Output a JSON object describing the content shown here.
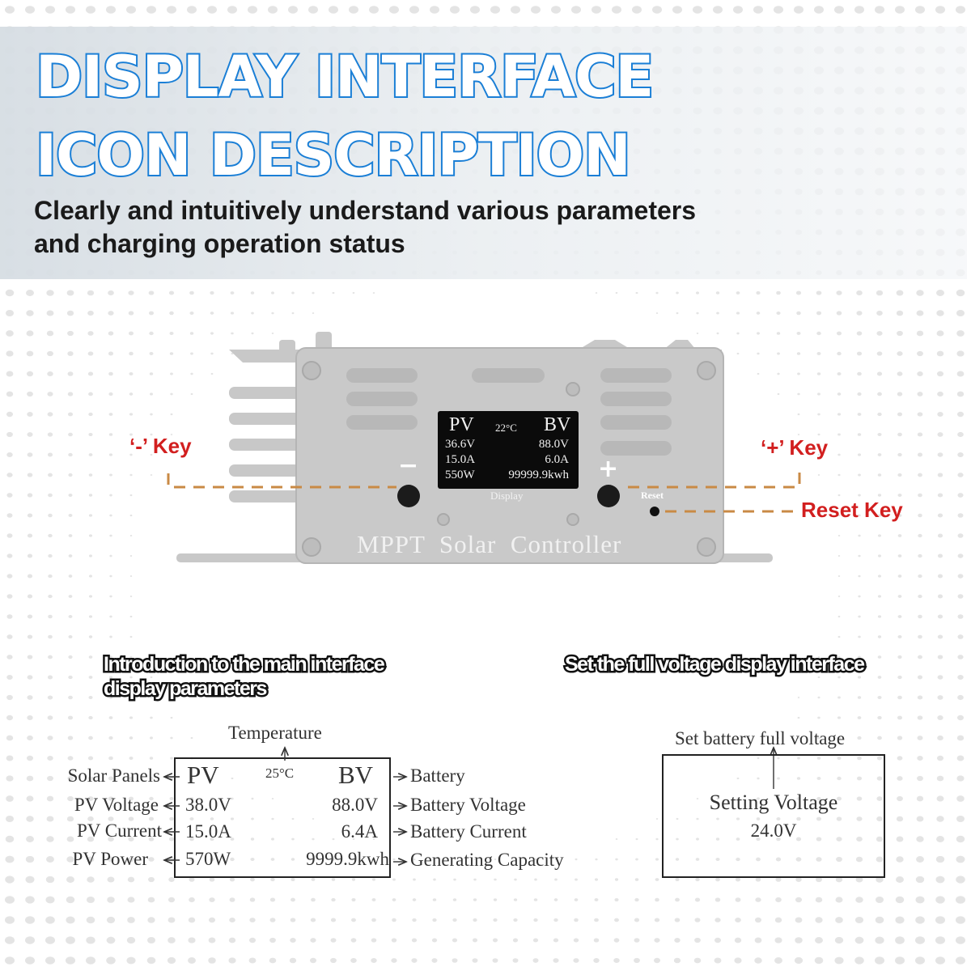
{
  "banner": {
    "title_line1": "DISPLAY INTERFACE",
    "title_line2": "ICON DESCRIPTION",
    "subtitle_line1": "Clearly and intuitively understand various parameters",
    "subtitle_line2": "and charging operation status"
  },
  "device": {
    "screen": {
      "pv_label": "PV",
      "temperature": "22°C",
      "bv_label": "BV",
      "pv_voltage": "36.6V",
      "pv_current": "15.0A",
      "pv_power": "550W",
      "bv_voltage": "88.0V",
      "bv_current": "6.0A",
      "generated": "99999.9kwh"
    },
    "display_label": "Display",
    "minus_symbol": "−",
    "plus_symbol": "+",
    "reset_label": "Reset",
    "brand_text": "MPPT  Solar  Controller"
  },
  "callouts": {
    "minus_key": "‘-’ Key",
    "plus_key": "‘+’ Key",
    "reset_key": "Reset Key"
  },
  "main_interface": {
    "heading_line1": "Introduction to the main interface",
    "heading_line2": "display parameters",
    "temperature_label": "Temperature",
    "left_labels": [
      "Solar Panels",
      "PV Voltage",
      "PV Current",
      "PV Power"
    ],
    "right_labels": [
      "Battery",
      "Battery Voltage",
      "Battery Current",
      "Generating Capacity"
    ],
    "pv_label": "PV",
    "temperature": "25°C",
    "bv_label": "BV",
    "pv_values": [
      "38.0V",
      "15.0A",
      "570W"
    ],
    "bv_values": [
      "88.0V",
      "6.4A",
      "9999.9kwh"
    ]
  },
  "full_voltage_interface": {
    "heading": "Set the full voltage display interface",
    "top_label": "Set battery full voltage",
    "setting_label": "Setting Voltage",
    "setting_value": "24.0V"
  },
  "colors": {
    "title_stroke": "#1b7fd6",
    "callout_red": "#d21f1f",
    "dash_orange": "#c98a45",
    "device_gray": "#c7c7c7"
  }
}
